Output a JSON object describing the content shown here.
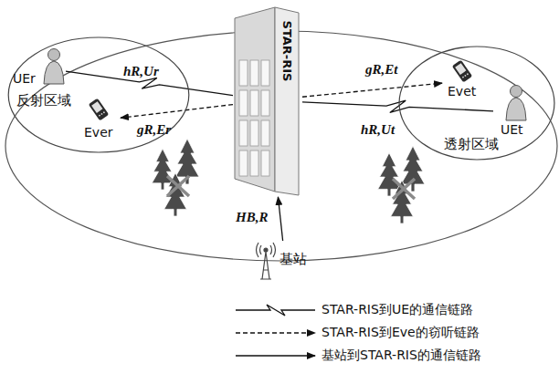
{
  "diagram": {
    "nodes": [
      {
        "text": [
          "STAR-RIS"
        ]
      },
      {
        "text": [
          "反射区域"
        ]
      },
      {
        "text": [
          "UEr"
        ],
        "in": 1
      },
      {
        "text": [
          "Ever"
        ],
        "in": 1
      },
      {
        "text": [
          "透射区域"
        ]
      },
      {
        "text": [
          "Evet"
        ],
        "in": 4
      },
      {
        "text": [
          "UEt"
        ],
        "in": 4
      },
      {
        "text": [
          "基站"
        ]
      }
    ],
    "edges": [
      {
        "from": 0,
        "to": 2,
        "arrow": "none",
        "label": "hR,Ur"
      },
      {
        "from": 0,
        "to": 3,
        "arrow": "to",
        "label": "gR,Er"
      },
      {
        "from": 0,
        "to": 5,
        "arrow": "to",
        "label": "gR,Et"
      },
      {
        "from": 0,
        "to": 6,
        "arrow": "none",
        "label": "hR,Ut"
      },
      {
        "from": 7,
        "to": 0,
        "arrow": "to",
        "label": "HB,R"
      }
    ],
    "legend": [
      {
        "text": "STAR-RIS到UE的通信链路"
      },
      {
        "text": "STAR-RIS到Eve的窃听链路"
      },
      {
        "text": "基站到STAR-RIS的通信链路"
      }
    ]
  }
}
